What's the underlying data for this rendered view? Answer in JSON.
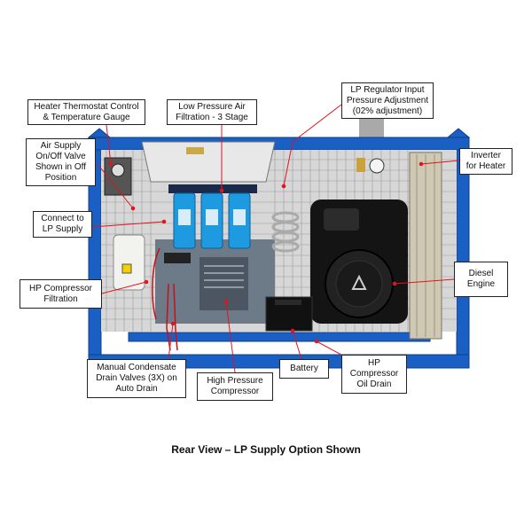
{
  "labels": {
    "heater_thermostat": "Heater Thermostat Control\n& Temperature Gauge",
    "low_pressure_filtration": "Low Pressure Air\nFiltration - 3 Stage",
    "lp_regulator": "LP Regulator Input\nPressure Adjustment\n(02% adjustment)",
    "air_supply_valve": "Air Supply\nOn/Off Valve\nShown in Off\nPosition",
    "inverter": "Inverter\nfor Heater",
    "connect_lp": "Connect to\nLP Supply",
    "diesel_engine": "Diesel\nEngine",
    "hp_filtration": "HP Compressor\nFiltration",
    "condensate_valves": "Manual Condensate\nDrain Valves (3X) on\nAuto Drain",
    "hp_compressor": "High Pressure\nCompressor",
    "battery": "Battery",
    "hp_oil_drain": "HP\nCompressor\nOil Drain"
  },
  "caption": "Rear View – LP Supply Option  Shown",
  "colors": {
    "frame": "#1a5fc4",
    "leader": "#e0141e",
    "filter": "#1e9be0"
  }
}
